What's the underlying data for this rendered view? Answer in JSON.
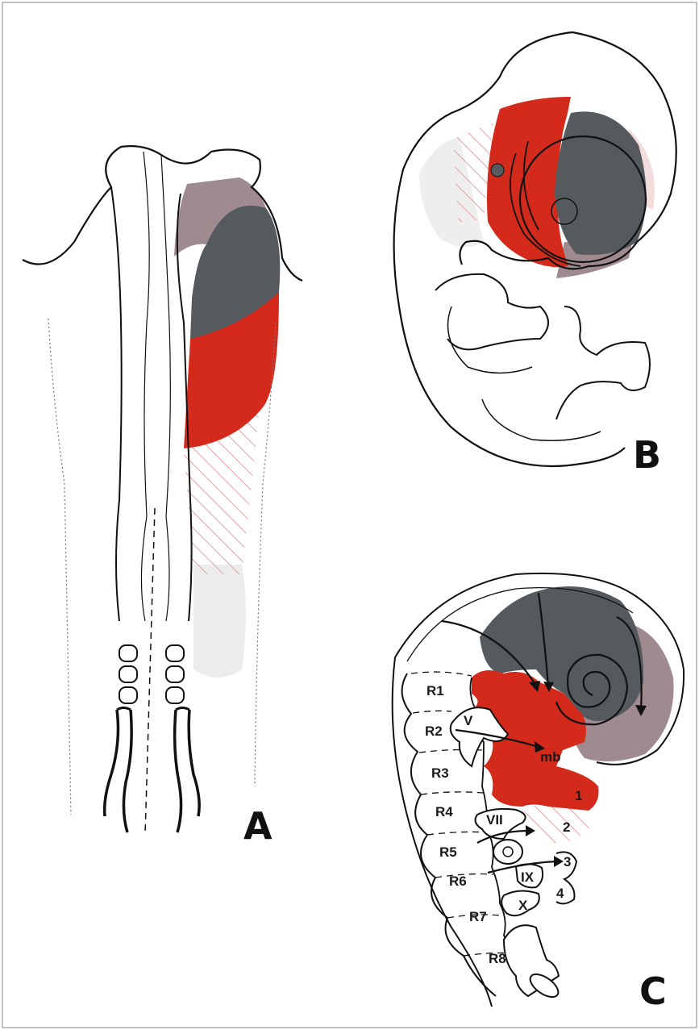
{
  "panels": {
    "a": {
      "letter": "A"
    },
    "b": {
      "letter": "B"
    },
    "c": {
      "letter": "C"
    }
  },
  "rhombomeres": [
    "R1",
    "R2",
    "R3",
    "R4",
    "R5",
    "R6",
    "R7",
    "R8"
  ],
  "ganglia": {
    "trigeminal": "V",
    "facial": "VII",
    "glossopharyngeal": "IX",
    "vagus": "X"
  },
  "target_labels": {
    "midbrain": "mb",
    "arch1": "1",
    "arch2": "2",
    "arch3": "3",
    "arch4": "4"
  },
  "colors": {
    "red": "#d42a1c",
    "dark_gray": "#555a5e",
    "mauve": "#9e8a8f",
    "light_gray": "#e8e8e8",
    "hatch": "#e8a0a0",
    "outline": "#111111"
  }
}
